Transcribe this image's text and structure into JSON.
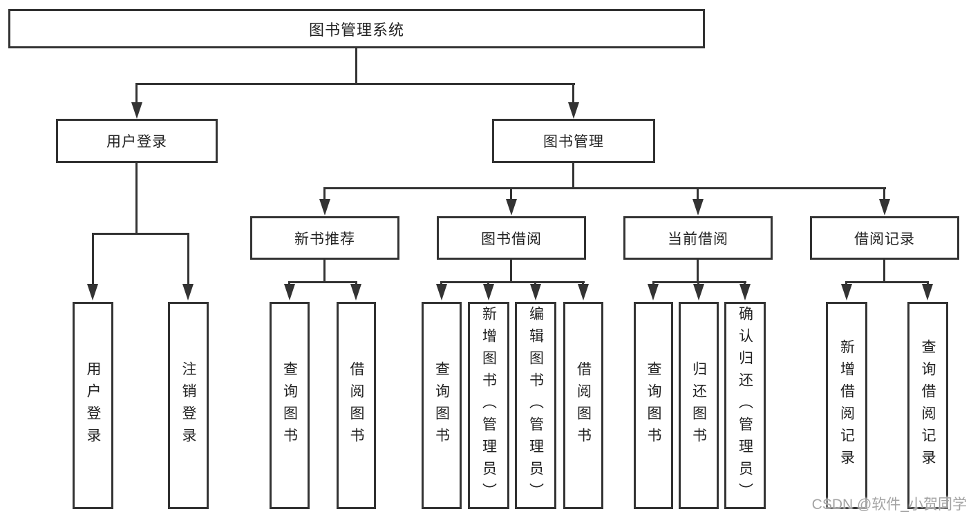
{
  "diagram": {
    "title": "图书管理系统",
    "tree": {
      "label": "图书管理系统",
      "children": [
        {
          "label": "用户登录",
          "children": [
            {
              "label": "用户登录"
            },
            {
              "label": "注销登录"
            }
          ]
        },
        {
          "label": "图书管理",
          "children": [
            {
              "label": "新书推荐",
              "children": [
                {
                  "label": "查询图书"
                },
                {
                  "label": "借阅图书"
                }
              ]
            },
            {
              "label": "图书借阅",
              "children": [
                {
                  "label": "查询图书"
                },
                {
                  "label": "新增图书（管理员）"
                },
                {
                  "label": "编辑图书（管理员）"
                },
                {
                  "label": "借阅图书"
                }
              ]
            },
            {
              "label": "当前借阅",
              "children": [
                {
                  "label": "查询图书"
                },
                {
                  "label": "归还图书"
                },
                {
                  "label": "确认归还（管理员）"
                }
              ]
            },
            {
              "label": "借阅记录",
              "children": [
                {
                  "label": "新增借阅记录"
                },
                {
                  "label": "查询借阅记录"
                }
              ]
            }
          ]
        }
      ]
    },
    "colors": {
      "line": "#333333",
      "box_border": "#333333",
      "box_fill": "#ffffff",
      "text": "#222222",
      "background": "#ffffff",
      "watermark": "#a3a3a3"
    },
    "watermark": "CSDN @软件_小贺同学"
  }
}
